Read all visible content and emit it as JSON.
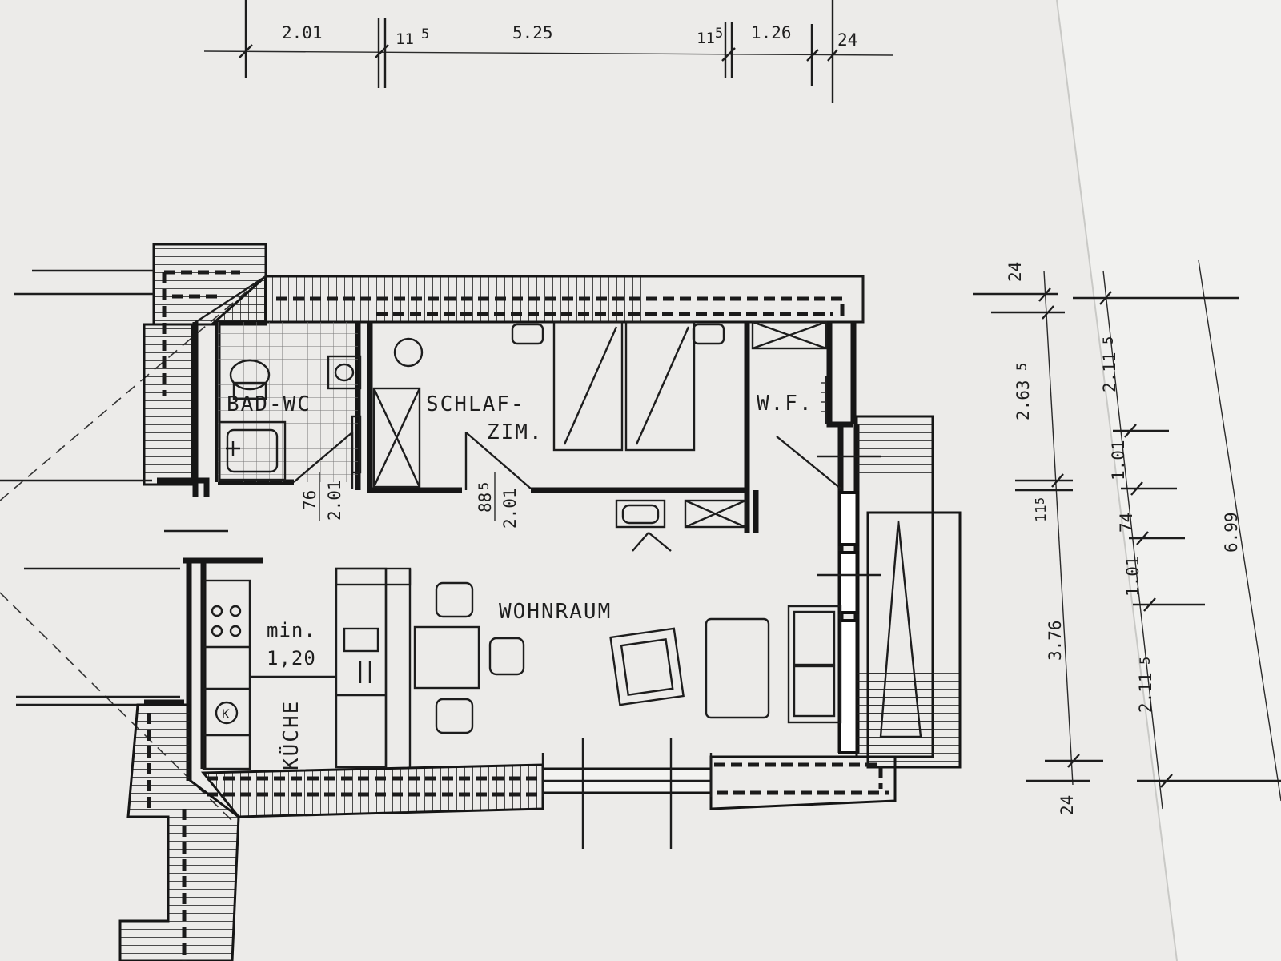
{
  "rooms": {
    "bad_wc": "BAD-WC",
    "schlaf_line1": "SCHLAF-",
    "schlaf_line2": "ZIM.",
    "wf": "W.F.",
    "wohnraum": "WOHNRAUM",
    "kueche": "KÜCHE",
    "min_line1": "min.",
    "min_line2": "1,20"
  },
  "top_dimensions": {
    "d1": "2.01",
    "d2": "11",
    "d2_sup": "5",
    "d3": "5.25",
    "d4": "11",
    "d4_sup": "5",
    "d5": "1.26",
    "d6": "24"
  },
  "door_dimensions": {
    "bath_width": "76",
    "bath_height": "2.01",
    "bed_width": "88",
    "bed_sup": "5",
    "bed_height": "2.01"
  },
  "right_dimensions_inner": {
    "top": "24",
    "schlaf": "2.63",
    "schlaf_sup": "5",
    "wall": "11",
    "wall_sup": "5",
    "wohn": "3.76",
    "bottom": "24"
  },
  "right_dimensions_outer": {
    "a": "2.11",
    "a_sup": "5",
    "b": "1.01",
    "c": "74",
    "d": "1.01",
    "e": "2.11",
    "e_sup": "5",
    "total": "6.99"
  },
  "colors": {
    "paper": "#ecebe9",
    "ink": "#161616"
  }
}
